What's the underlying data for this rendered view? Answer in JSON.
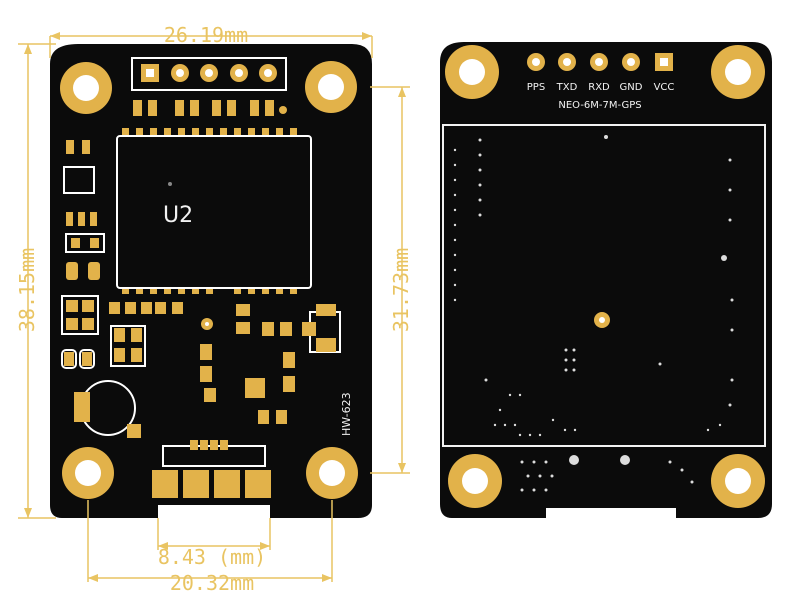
{
  "dimensions": {
    "top_width": "26.19mm",
    "left_height": "38.15mm",
    "right_height": "31.73mm",
    "bottom_inner": "8.43 (mm)",
    "bottom_outer": "20.32mm"
  },
  "front_board": {
    "chip_label": "U2",
    "board_label": "HW-623"
  },
  "back_board": {
    "pins": [
      "PPS",
      "TXD",
      "RXD",
      "GND",
      "VCC"
    ],
    "model_label": "NEO-6M-7M-GPS"
  },
  "colors": {
    "board": "#0b0b0b",
    "gold": "#e2b24a",
    "dimension": "#e9c462",
    "silkscreen": "#f2f2f2"
  }
}
